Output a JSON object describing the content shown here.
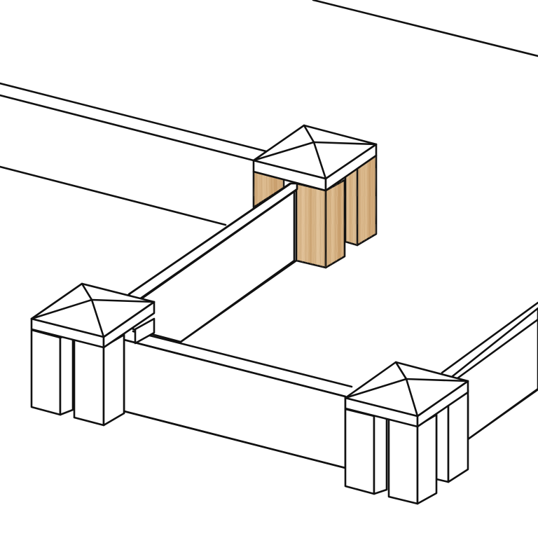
{
  "figure": {
    "title": "Raised garden bed frame with corner posts",
    "description": "Isometric line drawing of a rectangular raised bed frame with board walls and four-leg corner posts topped with pyramid caps; the back corner post is highlighted in wood texture."
  },
  "colors": {
    "line": "#111111",
    "fill": "#ffffff",
    "wood_base": "#d9b78c",
    "wood_grain": "#c39a6b",
    "wood_light": "#e6caa3"
  },
  "parts": {
    "highlighted_post": "back-corner-post",
    "posts": [
      {
        "id": "back-corner-post",
        "material": "wood"
      },
      {
        "id": "left-corner-post",
        "material": "outline"
      },
      {
        "id": "right-corner-post",
        "material": "outline"
      }
    ],
    "walls": [
      "left-back-wall",
      "back-wall-far",
      "left-inner-wall",
      "front-wall",
      "right-wall"
    ]
  }
}
